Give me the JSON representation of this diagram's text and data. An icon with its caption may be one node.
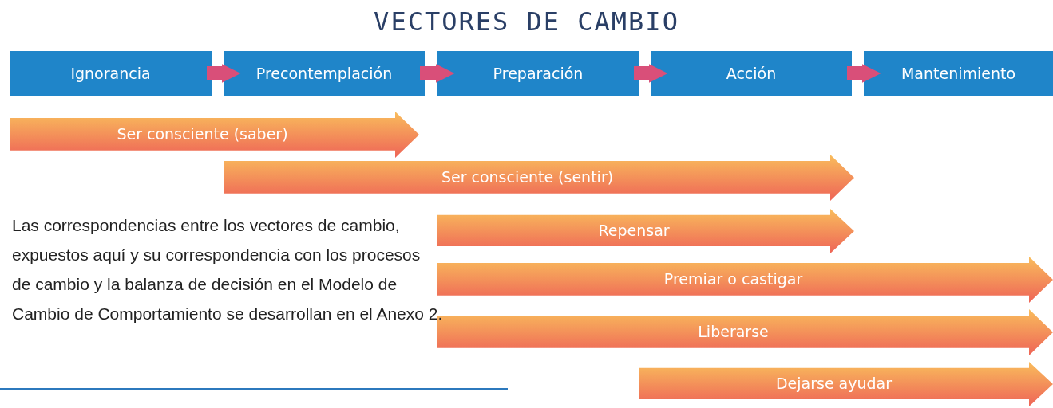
{
  "diagram": {
    "title": "VECTORES DE CAMBIO",
    "nodes": [
      {
        "text": [
          "Ignorancia"
        ]
      },
      {
        "text": [
          "Precontemplación"
        ]
      },
      {
        "text": [
          "Preparación"
        ]
      },
      {
        "text": [
          "Acción"
        ]
      },
      {
        "text": [
          "Mantenimiento"
        ]
      },
      {
        "text": [
          "Ser consciente (saber)"
        ]
      },
      {
        "text": [
          "Ser consciente (sentir)"
        ]
      },
      {
        "text": [
          "Repensar"
        ]
      },
      {
        "text": [
          "Premiar o castigar"
        ]
      },
      {
        "text": [
          "Liberarse"
        ]
      },
      {
        "text": [
          "Dejarse ayudar"
        ]
      }
    ],
    "edges": [
      {
        "from": 0,
        "to": 1,
        "arrow": "to"
      },
      {
        "from": 1,
        "to": 2,
        "arrow": "to"
      },
      {
        "from": 2,
        "to": 3,
        "arrow": "to"
      },
      {
        "from": 3,
        "to": 4,
        "arrow": "to"
      }
    ],
    "labels": [
      "Las correspondencias entre los vectores de cambio, expuestos aquí y su correspondencia con los procesos de cambio y la balanza de decisión en el Modelo de Cambio de Comportamiento se desarrollan en el Anexo 2."
    ]
  }
}
